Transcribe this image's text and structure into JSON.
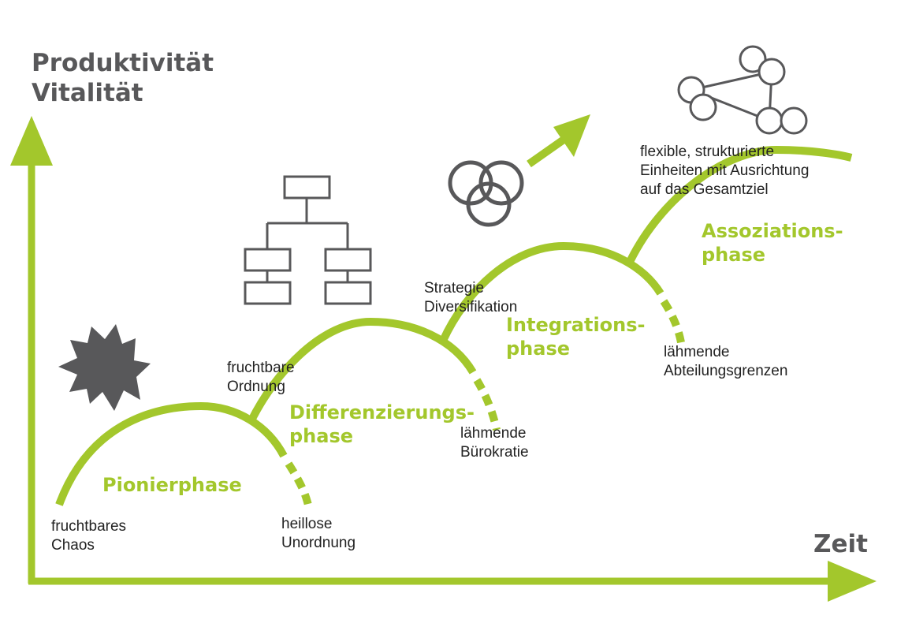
{
  "colors": {
    "accent_green": "#a3c72c",
    "icon_gray": "#58585a",
    "text_dark": "#222222"
  },
  "axes": {
    "y_title": [
      "Produktivität",
      "Vitalität"
    ],
    "x_title": "Zeit"
  },
  "phases": [
    {
      "name": [
        "Pionierphase"
      ],
      "start_label": [
        "fruchtbares",
        "Chaos"
      ],
      "decline_label": [
        "heillose",
        "Unordnung"
      ],
      "icon": "starburst-icon"
    },
    {
      "name": [
        "Differenzierungs-",
        "phase"
      ],
      "start_label": [
        "fruchtbare",
        "Ordnung"
      ],
      "decline_label": [
        "lähmende",
        "Bürokratie"
      ],
      "icon": "org-chart-icon"
    },
    {
      "name": [
        "Integrations-",
        "phase"
      ],
      "start_label": [
        "Strategie",
        "Diversifikation"
      ],
      "decline_label": [
        "lähmende",
        "Abteilungsgrenzen"
      ],
      "icon": "overlapping-circles-arrow-icon"
    },
    {
      "name": [
        "Assoziations-",
        "phase"
      ],
      "start_label": [
        "flexible, strukturierte",
        "Einheiten mit Ausrichtung",
        "auf das Gesamtziel"
      ],
      "icon": "network-nodes-icon"
    }
  ]
}
